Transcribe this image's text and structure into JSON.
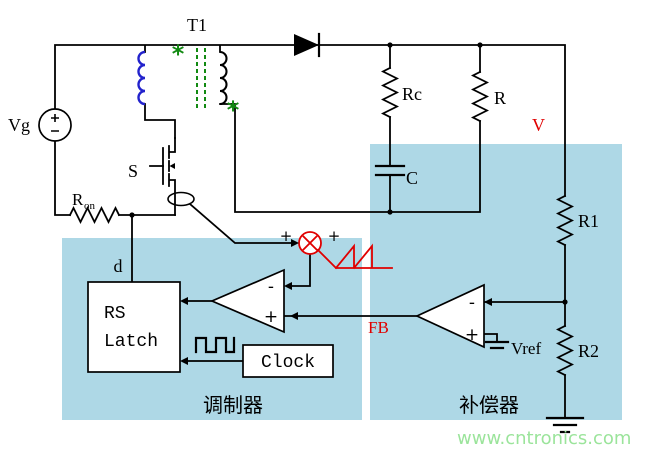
{
  "colors": {
    "region_bg": "#aed8e6",
    "accent_red": "#e00000",
    "coil_blue": "#2222cc",
    "core_green": "#128a12",
    "watermark_green": "#9be49b"
  },
  "labels": {
    "t1": "T1",
    "vg": "Vg",
    "ron_base": "R",
    "ron_sub": "on",
    "s": "S",
    "d": "d",
    "rc": "Rc",
    "c": "C",
    "r": "R",
    "v": "V",
    "r1": "R1",
    "r2": "R2",
    "fb": "FB",
    "vref": "Vref"
  },
  "blocks": {
    "rs_line1": "RS",
    "rs_line2": "Latch",
    "clock": "Clock"
  },
  "regions": {
    "modulator": "调制器",
    "compensator": "补偿器"
  },
  "signs": {
    "plus": "+",
    "minus": "-",
    "star": "*"
  },
  "watermark": "www.cntronics.com"
}
